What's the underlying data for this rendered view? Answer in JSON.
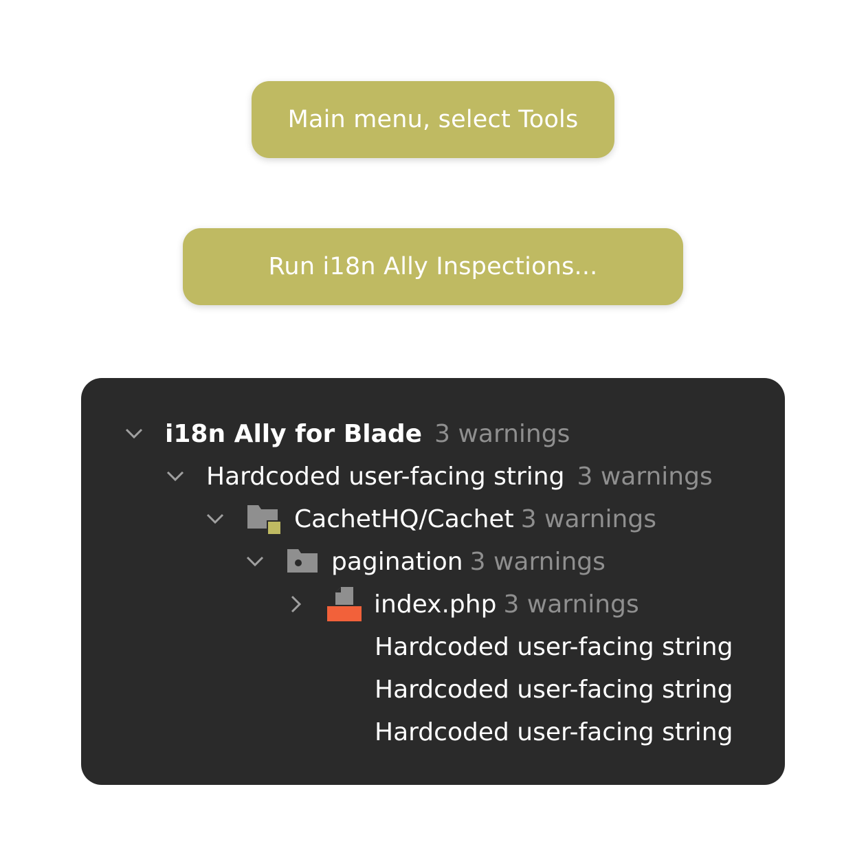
{
  "steps": {
    "menu_step": "Main menu, select Tools",
    "run_step": "Run i18n Ally Inspections..."
  },
  "colors": {
    "step_bg": "#bfba62",
    "panel_bg": "#2a2a2a",
    "folder_icon": "#8f8f8f",
    "module_badge": "#bfba62",
    "file_accent": "#f2613a",
    "muted_text": "#8f8f8f"
  },
  "tree": {
    "root": {
      "label": "i18n Ally for Blade",
      "count": "3 warnings",
      "icon": "chevron-down-icon"
    },
    "inspection": {
      "label": "Hardcoded user-facing string",
      "count": "3 warnings",
      "icon": "chevron-down-icon"
    },
    "project": {
      "label": "CachetHQ/Cachet",
      "count": "3 warnings",
      "icon": "module-folder-icon"
    },
    "folder": {
      "label": "pagination",
      "count": "3 warnings",
      "icon": "folder-icon"
    },
    "file": {
      "label": "index.php",
      "count": "3 warnings",
      "icon": "php-file-icon"
    },
    "problems": [
      {
        "label": "Hardcoded user-facing string"
      },
      {
        "label": "Hardcoded user-facing string"
      },
      {
        "label": "Hardcoded user-facing string"
      }
    ]
  }
}
